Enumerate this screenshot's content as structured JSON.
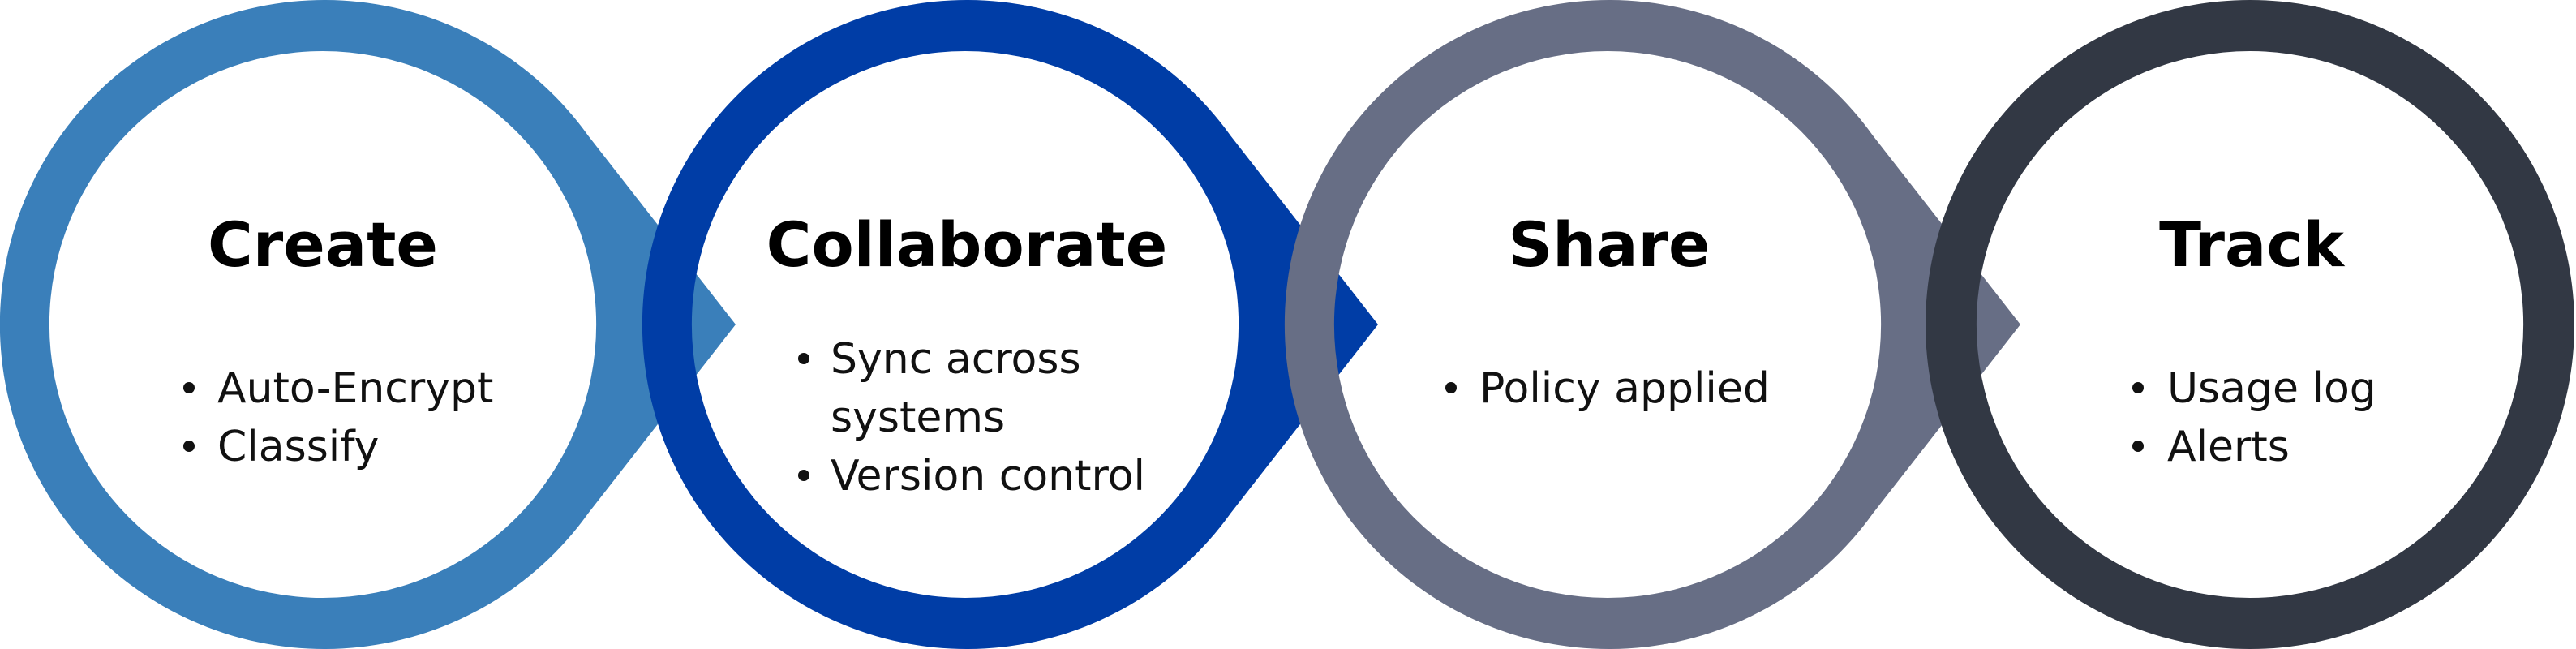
{
  "stages": [
    {
      "id": "create",
      "title": "Create",
      "color": "#3A7FBA",
      "bullets": [
        {
          "lines": [
            "Auto-Encrypt"
          ]
        },
        {
          "lines": [
            "Classify"
          ]
        }
      ]
    },
    {
      "id": "collaborate",
      "title": "Collaborate",
      "color": "#003DA6",
      "bullets": [
        {
          "lines": [
            "Sync across",
            "systems"
          ]
        },
        {
          "lines": [
            "Version control"
          ]
        }
      ]
    },
    {
      "id": "share",
      "title": "Share",
      "color": "#676E85",
      "bullets": [
        {
          "lines": [
            "Policy applied"
          ]
        }
      ]
    },
    {
      "id": "track",
      "title": "Track",
      "color": "#323844",
      "bullets": [
        {
          "lines": [
            "Usage log"
          ]
        },
        {
          "lines": [
            "Alerts"
          ]
        }
      ]
    }
  ]
}
